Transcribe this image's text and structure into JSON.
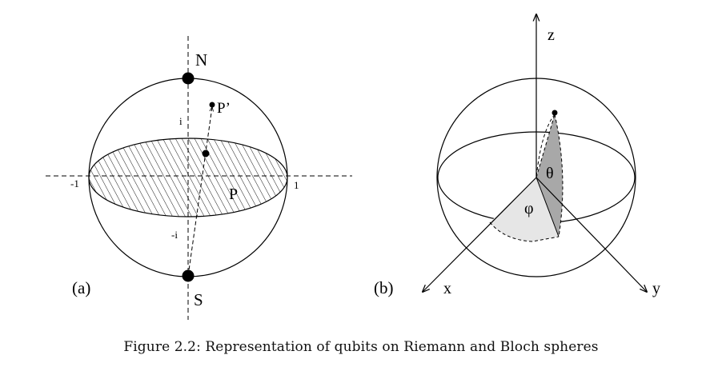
{
  "left_panel": {
    "panel_label": "(a)",
    "north_label": "N",
    "south_label": "S",
    "point_p_label": "P",
    "point_p_prime_label": "P’",
    "tick_i": "i",
    "tick_neg_i": "-i",
    "tick_neg_1": "-1",
    "tick_1": "1"
  },
  "right_panel": {
    "panel_label": "(b)",
    "axis_x": "x",
    "axis_y": "y",
    "axis_z": "z",
    "angle_theta": "θ",
    "angle_phi": "φ"
  },
  "caption": "Figure 2.2: Representation of qubits on Riemann and Bloch spheres"
}
